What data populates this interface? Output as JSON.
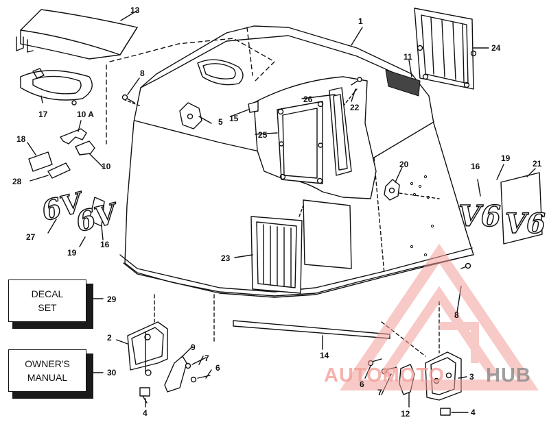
{
  "boxes": {
    "decal_set": "DECAL\nSET",
    "owners_manual": "OWNER'S\nMANUAL"
  },
  "callouts": {
    "c1": "1",
    "c2": "2",
    "c3": "3",
    "c4a": "4",
    "c4b": "4",
    "c5": "5",
    "c6a": "6",
    "c6b": "6",
    "c7a": "7",
    "c7b": "7",
    "c8a": "8",
    "c8b": "8",
    "c9": "9",
    "c10": "10",
    "c10a": "10 A",
    "c11": "11",
    "c12": "12",
    "c13": "13",
    "c14": "14",
    "c15": "15",
    "c16a": "16",
    "c16b": "16",
    "c17": "17",
    "c18": "18",
    "c19a": "19",
    "c19b": "19",
    "c20": "20",
    "c21": "21",
    "c22": "22",
    "c23": "23",
    "c24": "24",
    "c25": "25",
    "c26": "26",
    "c27": "27",
    "c28": "28",
    "c29": "29",
    "c30": "30"
  },
  "badges": {
    "v6": "V6",
    "six_v": "6V"
  },
  "watermark": {
    "part1": "AUTOMOTO",
    "part2": "HUB",
    "color_accent": "#f4a09a",
    "color_dark": "#8f8f8f"
  }
}
